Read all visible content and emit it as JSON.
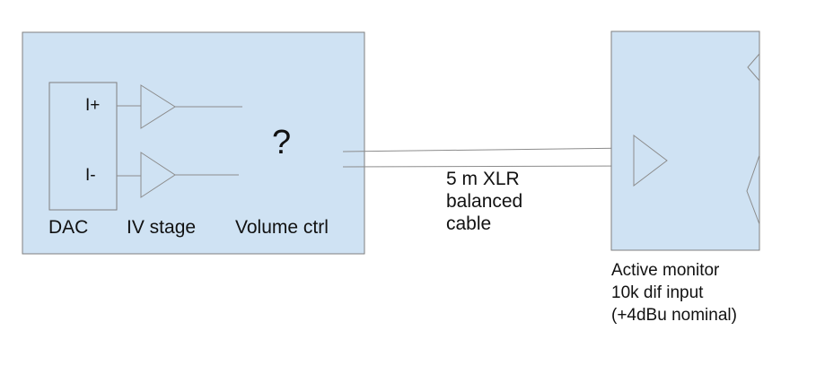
{
  "colors": {
    "box_fill": "#cfe2f3",
    "box_stroke": "#7f7f7f",
    "line": "#8c8c8c"
  },
  "source": {
    "dac_channels": {
      "positive": "I+",
      "negative": "I-"
    },
    "unknown_stage_symbol": "?",
    "stage_labels": {
      "dac": "DAC",
      "iv_stage": "IV stage",
      "volume": "Volume ctrl"
    }
  },
  "cable": {
    "lines": [
      "5 m XLR",
      "balanced",
      "cable"
    ]
  },
  "monitor": {
    "lines": [
      "Active monitor",
      "10k dif input",
      "(+4dBu nominal)"
    ]
  }
}
